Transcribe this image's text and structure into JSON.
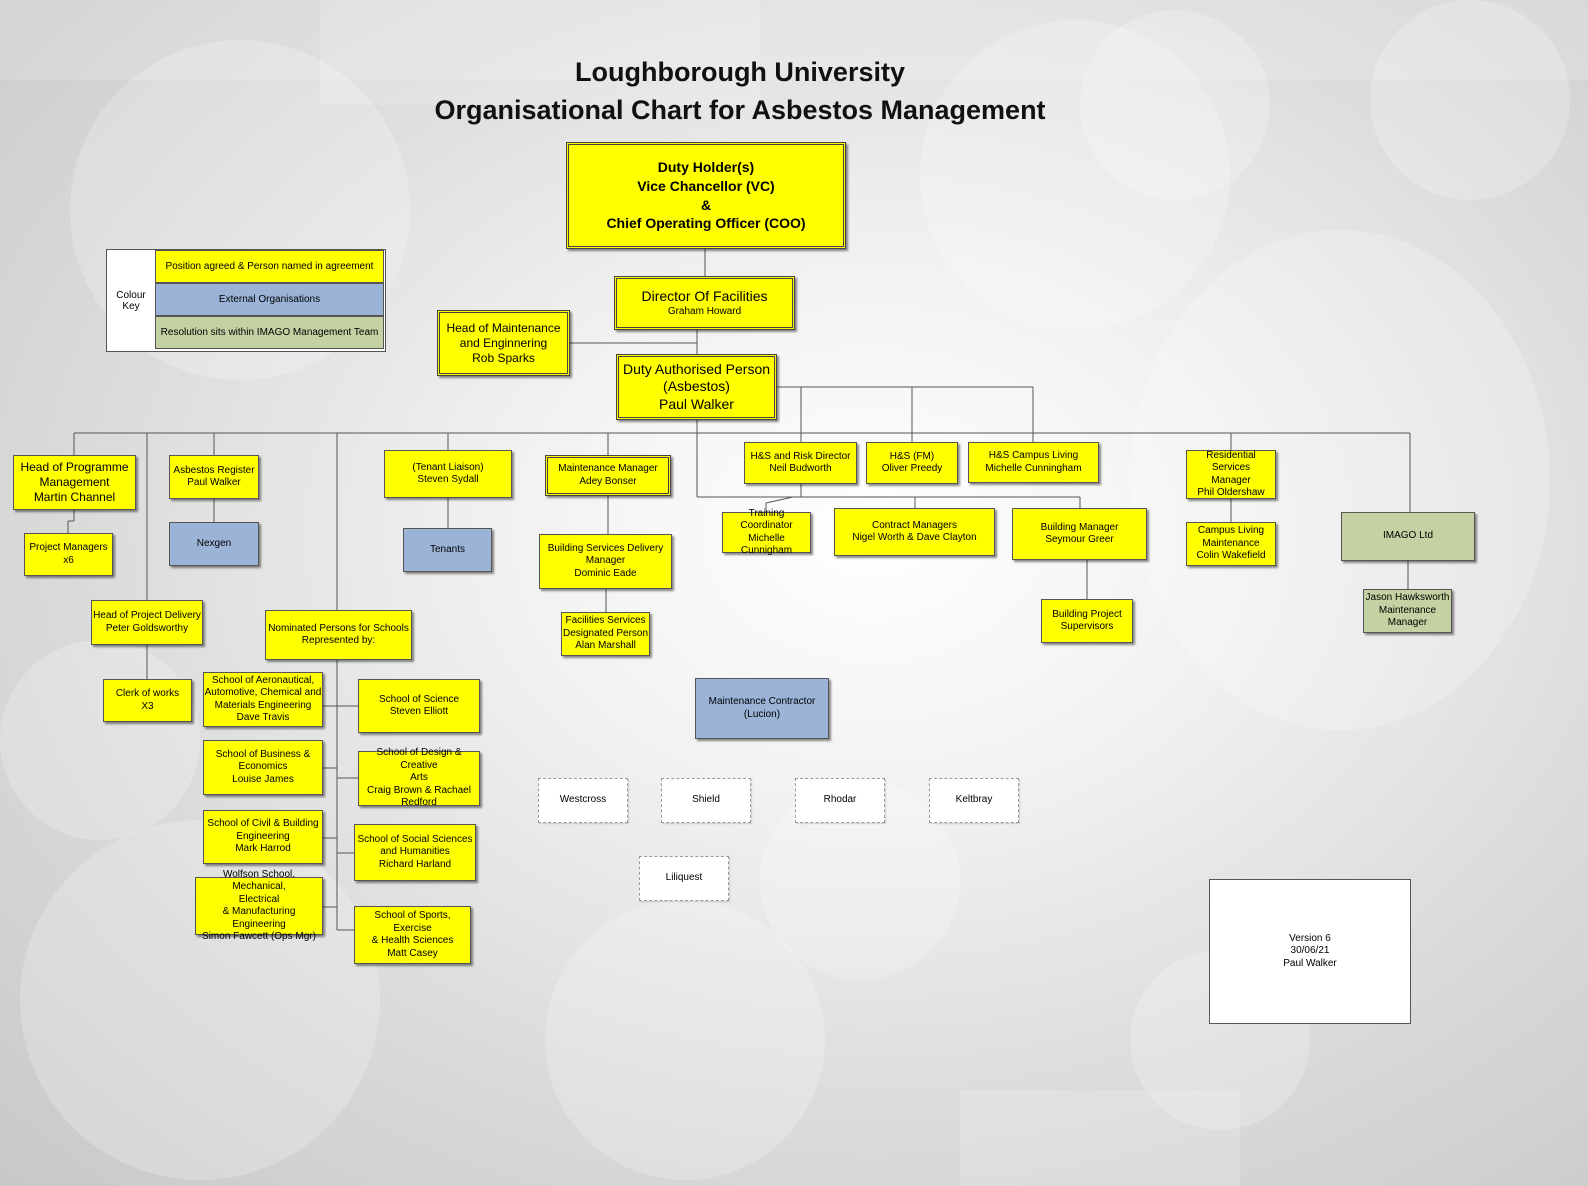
{
  "title": {
    "line1": "Loughborough University",
    "line2": "Organisational Chart for Asbestos Management"
  },
  "colour_key": {
    "label": "Colour Key",
    "items": [
      {
        "label": "Position agreed & Person named in agreement",
        "color": "#ffff00"
      },
      {
        "label": "External Organisations",
        "color": "#9ab3d6"
      },
      {
        "label": "Resolution sits within IMAGO Management Team",
        "color": "#c4d1a2"
      }
    ]
  },
  "nodes": {
    "duty_holder": [
      "Duty Holder(s)",
      "Vice Chancellor  (VC)",
      "&",
      "Chief Operating Officer  (COO)"
    ],
    "director": [
      "Director Of Facilities",
      "Graham Howard"
    ],
    "head_maintenance": [
      "Head of Maintenance",
      "and Enginnering",
      "Rob Sparks"
    ],
    "dap": [
      "Duty Authorised Person",
      "(Asbestos)",
      "Paul Walker"
    ],
    "head_programme": [
      "Head of Programme",
      "Management",
      "Martin Channel"
    ],
    "project_managers": [
      "Project Managers",
      "x6"
    ],
    "asbestos_register": [
      "Asbestos Register",
      "Paul Walker"
    ],
    "nexgen": [
      "Nexgen"
    ],
    "tenant_liaison": [
      "(Tenant Liaison)",
      "Steven Sydall"
    ],
    "tenants": [
      "Tenants"
    ],
    "maintenance_manager": [
      "Maintenance Manager",
      "Adey Bonser"
    ],
    "building_services": [
      "Building Services Delivery",
      "Manager",
      "Dominic Eade"
    ],
    "facilities_services": [
      "Facilities Services",
      "Designated Person",
      "Alan Marshall"
    ],
    "hs_risk": [
      "H&S and Risk Director",
      "Neil Budworth"
    ],
    "hs_fm": [
      "H&S (FM)",
      "Oliver Preedy"
    ],
    "hs_campus": [
      "H&S Campus Living",
      "Michelle Cunningham"
    ],
    "training": [
      "Training Coordinator",
      "Michelle Cunnigham"
    ],
    "contract_managers": [
      "Contract Managers",
      "Nigel Worth & Dave Clayton"
    ],
    "building_manager": [
      "Building Manager",
      "Seymour Greer"
    ],
    "building_project": [
      "Building Project",
      "Supervisors"
    ],
    "residential": [
      "Residential Services",
      "Manager",
      "Phil Oldershaw"
    ],
    "campus_living": [
      "Campus Living",
      "Maintenance",
      "Colin Wakefield"
    ],
    "imago": [
      "IMAGO Ltd"
    ],
    "jason": [
      "Jason Hawksworth",
      "Maintenance",
      "Manager"
    ],
    "head_project_delivery": [
      "Head of Project Delivery",
      "Peter Goldsworthy"
    ],
    "clerk": [
      "Clerk of works",
      "X3"
    ],
    "nominated": [
      "Nominated Persons for  Schools",
      "Represented by:"
    ],
    "school_aero": [
      "School of Aeronautical,",
      "Automotive, Chemical and",
      "Materials Engineering",
      "Dave Travis"
    ],
    "school_business": [
      "School of Business &",
      "Economics",
      "Louise James"
    ],
    "school_civil": [
      "School of Civil & Building",
      "Engineering",
      "Mark Harrod"
    ],
    "school_wolfson": [
      "Wolfson School. Mechanical,",
      "Electrical",
      "& Manufacturing Engineering",
      "Simon Fawcett (Ops Mgr)"
    ],
    "school_science": [
      "School of Science",
      "Steven Elliott"
    ],
    "school_design": [
      "School of Design & Creative",
      "Arts",
      "Craig Brown & Rachael",
      "Redford"
    ],
    "school_social": [
      "School of Social Sciences",
      "and Humanities",
      "Richard Harland"
    ],
    "school_sports": [
      "School of Sports, Exercise",
      "& Health Sciences",
      "Matt Casey"
    ],
    "maintenance_contractor": [
      "Maintenance Contractor",
      "(Lucion)"
    ],
    "westcross": [
      "Westcross"
    ],
    "shield": [
      "Shield"
    ],
    "rhodar": [
      "Rhodar"
    ],
    "keltbray": [
      "Keltbray"
    ],
    "liliquest": [
      "Liliquest"
    ]
  },
  "version": [
    "Version 6",
    "30/06/21",
    "Paul Walker"
  ]
}
